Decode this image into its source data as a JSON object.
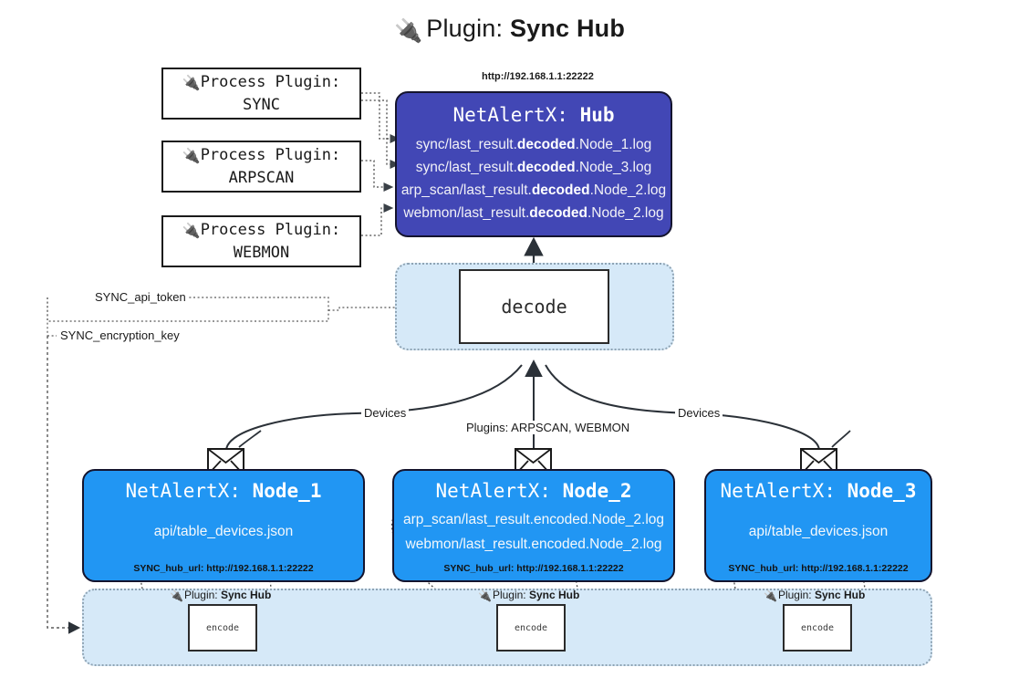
{
  "title": {
    "icon": "plug-icon",
    "prefix": "Plugin: ",
    "name": "Sync Hub"
  },
  "process_plugins": [
    {
      "icon": "plug-icon",
      "line1": "Process Plugin:",
      "line2": "SYNC"
    },
    {
      "icon": "plug-icon",
      "line1": "Process Plugin:",
      "line2": "ARPSCAN"
    },
    {
      "icon": "plug-icon",
      "line1": "Process Plugin:",
      "line2": "WEBMON"
    }
  ],
  "hub": {
    "url": "http://192.168.1.1:22222",
    "title_prefix": "NetAlertX: ",
    "title_name": "Hub",
    "lines": [
      {
        "pre": "sync/last_result.",
        "mid": "decoded",
        "post": ".Node_1.log"
      },
      {
        "pre": "sync/last_result.",
        "mid": "decoded",
        "post": ".Node_3.log"
      },
      {
        "pre": "arp_scan/last_result.",
        "mid": "decoded",
        "post": ".Node_2.log"
      },
      {
        "pre": "webmon/last_result.",
        "mid": "decoded",
        "post": ".Node_2.log"
      }
    ]
  },
  "decode": {
    "label": "decode"
  },
  "secrets": [
    {
      "label": "SYNC_api_token"
    },
    {
      "label": "SYNC_encryption_key"
    }
  ],
  "flow_labels": {
    "devices_left": "Devices",
    "devices_right": "Devices",
    "plugins_middle": "Plugins: ARPSCAN, WEBMON"
  },
  "nodes": [
    {
      "icon": "envelope-icon",
      "title_prefix": "NetAlertX: ",
      "title_name": "Node_1",
      "lines": [
        "api/table_devices.json"
      ],
      "footer": "SYNC_hub_url: http://192.168.1.1:22222"
    },
    {
      "icon": "envelope-icon",
      "title_prefix": "NetAlertX: ",
      "title_name": "Node_2",
      "lines": [
        "arp_scan/last_result.encoded.Node_2.log",
        "webmon/last_result.encoded.Node_2.log"
      ],
      "footer": "SYNC_hub_url: http://192.168.1.1:22222"
    },
    {
      "icon": "envelope-icon",
      "title_prefix": "NetAlertX: ",
      "title_name": "Node_3",
      "lines": [
        "api/table_devices.json"
      ],
      "footer": "SYNC_hub_url: http://192.168.1.1:22222"
    }
  ],
  "encoders": [
    {
      "icon": "plug-icon",
      "label_prefix": "Plugin: ",
      "label_name": "Sync Hub",
      "box": "encode"
    },
    {
      "icon": "plug-icon",
      "label_prefix": "Plugin: ",
      "label_name": "Sync Hub",
      "box": "encode"
    },
    {
      "icon": "plug-icon",
      "label_prefix": "Plugin: ",
      "label_name": "Sync Hub",
      "box": "encode"
    }
  ],
  "colors": {
    "hub_fill": "#4247b5",
    "node_fill": "#2196f3",
    "container_fill": "#d6e9f8",
    "stroke": "#14142e"
  }
}
